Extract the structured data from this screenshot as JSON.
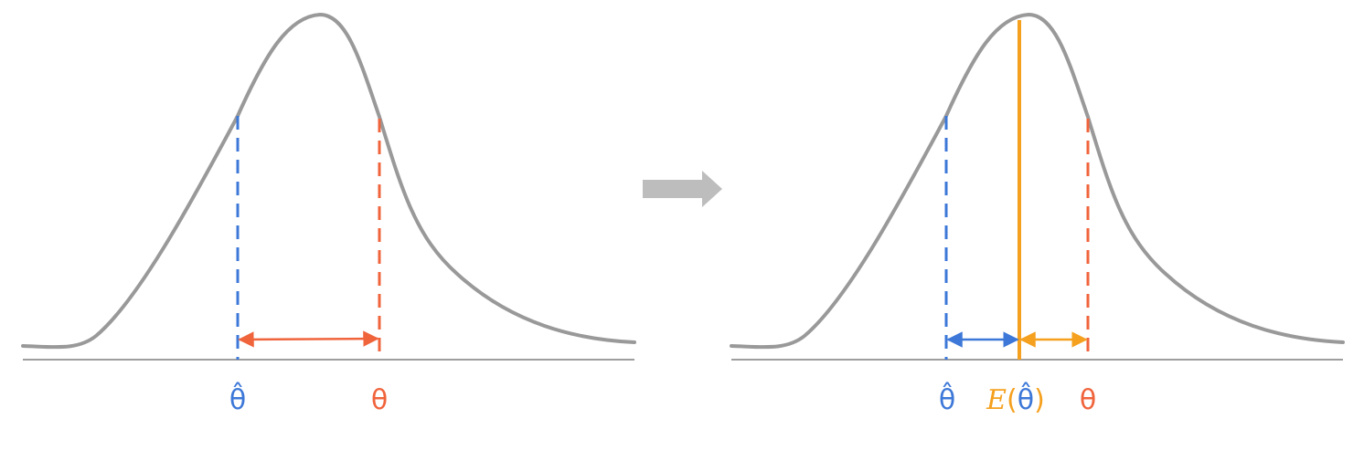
{
  "colors": {
    "curve": "#999999",
    "baseline": "#9e9e9e",
    "estimate": "#3d78d8",
    "truth": "#f0643c",
    "expectation": "#f5a01e",
    "transition_arrow": "#bdbdbd"
  },
  "left_panel": {
    "estimate_label": "θ̂",
    "truth_label": "θ"
  },
  "right_panel": {
    "estimate_label": "θ̂",
    "expectation_label_prefix": "E",
    "expectation_label_open": "(",
    "expectation_label_inner": "θ̂",
    "expectation_label_close": ")",
    "truth_label": "θ"
  },
  "icons": {
    "transition": "right-arrow-icon"
  }
}
